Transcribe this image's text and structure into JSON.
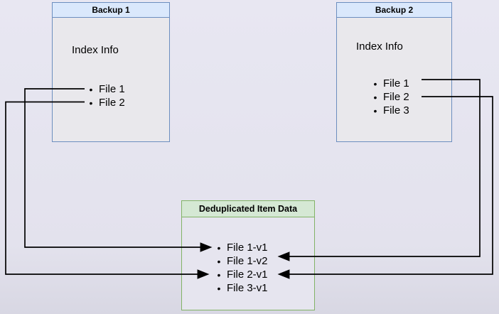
{
  "diagram": {
    "backup1": {
      "title": "Backup 1",
      "subtitle": "Index Info",
      "items": [
        "File 1",
        "File 2"
      ]
    },
    "backup2": {
      "title": "Backup 2",
      "subtitle": "Index Info",
      "items": [
        "File 1",
        "File 2",
        "File 3"
      ]
    },
    "dedup": {
      "title": "Deduplicated Item Data",
      "items": [
        "File 1-v1",
        "File 1-v2",
        "File 2-v1",
        "File 3-v1"
      ]
    },
    "connections": [
      {
        "from": "Backup 1 / File 1",
        "to": "Deduplicated Item Data / File 1-v1",
        "route": "left"
      },
      {
        "from": "Backup 1 / File 2",
        "to": "Deduplicated Item Data / File 2-v1",
        "route": "left"
      },
      {
        "from": "Backup 2 / File 1",
        "to": "Deduplicated Item Data / File 1-v2",
        "route": "right"
      },
      {
        "from": "Backup 2 / File 2",
        "to": "Deduplicated Item Data / File 2-v1",
        "route": "right"
      }
    ],
    "colors": {
      "blue_border": "#6c8ebf",
      "blue_header_fill": "#dae8fc",
      "green_border": "#82b366",
      "green_header_fill": "#d5e8d4",
      "connector": "#000000",
      "background": "#e4e3ed"
    }
  },
  "glyphs": {
    "bullet": "•"
  }
}
